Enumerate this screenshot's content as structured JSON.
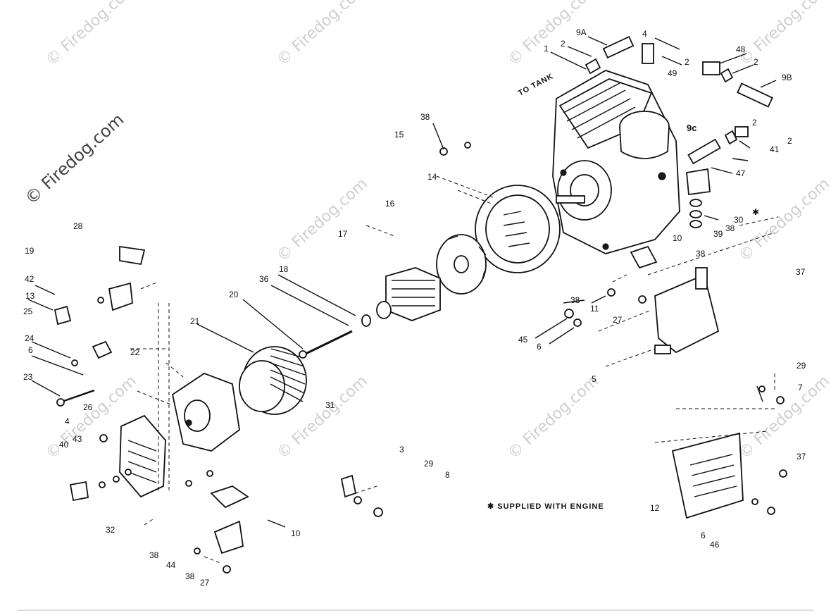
{
  "watermark": {
    "text": "© Firedog.com",
    "prominent_text": "© Firedog.com"
  },
  "annotations": {
    "to_tank": "TO TANK",
    "supplied_with_engine": "✱ SUPPLIED WITH ENGINE",
    "asterisk": "✱"
  },
  "callouts": [
    {
      "id": "c-9a",
      "text": "9A"
    },
    {
      "id": "c-1",
      "text": "1"
    },
    {
      "id": "c-2a",
      "text": "2"
    },
    {
      "id": "c-4",
      "text": "4"
    },
    {
      "id": "c-2b",
      "text": "2"
    },
    {
      "id": "c-49",
      "text": "49"
    },
    {
      "id": "c-48",
      "text": "48"
    },
    {
      "id": "c-2c",
      "text": "2"
    },
    {
      "id": "c-9b",
      "text": "9B"
    },
    {
      "id": "c-38a",
      "text": "38"
    },
    {
      "id": "c-15",
      "text": "15"
    },
    {
      "id": "c-9c",
      "text": "9c"
    },
    {
      "id": "c-2d",
      "text": "2"
    },
    {
      "id": "c-41",
      "text": "41"
    },
    {
      "id": "c-2e",
      "text": "2"
    },
    {
      "id": "c-47",
      "text": "47"
    },
    {
      "id": "c-14",
      "text": "14"
    },
    {
      "id": "c-16",
      "text": "16"
    },
    {
      "id": "c-28",
      "text": "28"
    },
    {
      "id": "c-30",
      "text": "30"
    },
    {
      "id": "c-39",
      "text": "39"
    },
    {
      "id": "c-38b",
      "text": "38"
    },
    {
      "id": "c-17",
      "text": "17"
    },
    {
      "id": "c-10a",
      "text": "10"
    },
    {
      "id": "c-19",
      "text": "19"
    },
    {
      "id": "c-38c",
      "text": "38"
    },
    {
      "id": "c-37a",
      "text": "37"
    },
    {
      "id": "c-18",
      "text": "18"
    },
    {
      "id": "c-42",
      "text": "42"
    },
    {
      "id": "c-36",
      "text": "36"
    },
    {
      "id": "c-20",
      "text": "20"
    },
    {
      "id": "c-13",
      "text": "13"
    },
    {
      "id": "c-38d",
      "text": "38"
    },
    {
      "id": "c-11",
      "text": "11"
    },
    {
      "id": "c-25",
      "text": "25"
    },
    {
      "id": "c-27a",
      "text": "27"
    },
    {
      "id": "c-21",
      "text": "21"
    },
    {
      "id": "c-24",
      "text": "24"
    },
    {
      "id": "c-45",
      "text": "45"
    },
    {
      "id": "c-6a",
      "text": "6"
    },
    {
      "id": "c-22",
      "text": "22"
    },
    {
      "id": "c-6b",
      "text": "6"
    },
    {
      "id": "c-23",
      "text": "23"
    },
    {
      "id": "c-29a",
      "text": "29"
    },
    {
      "id": "c-5",
      "text": "5"
    },
    {
      "id": "c-7",
      "text": "7"
    },
    {
      "id": "c-26",
      "text": "26"
    },
    {
      "id": "c-31",
      "text": "31"
    },
    {
      "id": "c-4b",
      "text": "4"
    },
    {
      "id": "c-43",
      "text": "43"
    },
    {
      "id": "c-40",
      "text": "40"
    },
    {
      "id": "c-3",
      "text": "3"
    },
    {
      "id": "c-29b",
      "text": "29"
    },
    {
      "id": "c-8",
      "text": "8"
    },
    {
      "id": "c-37b",
      "text": "37"
    },
    {
      "id": "c-12",
      "text": "12"
    },
    {
      "id": "c-32",
      "text": "32"
    },
    {
      "id": "c-10b",
      "text": "10"
    },
    {
      "id": "c-38e",
      "text": "38"
    },
    {
      "id": "c-44",
      "text": "44"
    },
    {
      "id": "c-6c",
      "text": "6"
    },
    {
      "id": "c-46",
      "text": "46"
    },
    {
      "id": "c-38f",
      "text": "38"
    },
    {
      "id": "c-27b",
      "text": "27"
    }
  ]
}
